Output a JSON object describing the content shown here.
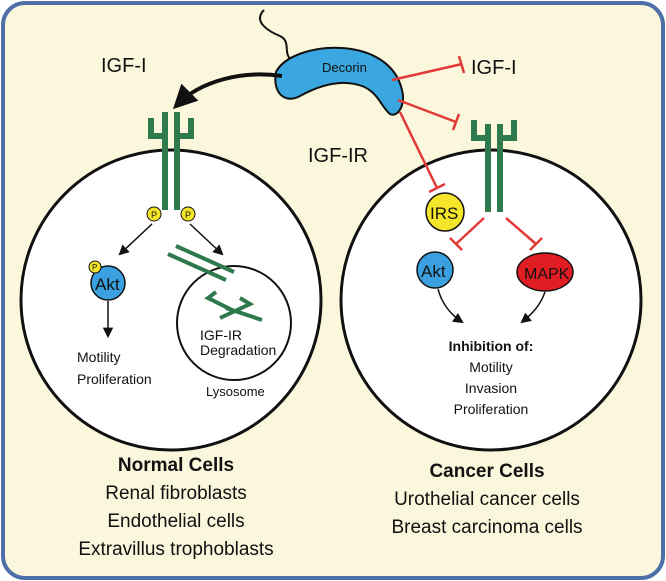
{
  "panel": {
    "background": "#fbf7dc",
    "border": "#4f6fa8"
  },
  "colors": {
    "receptor": "#2f7a4d",
    "inhibit": "#e23a36",
    "decorin": "#3aa7e0",
    "akt": "#3aa0df",
    "irs": "#f5e52a",
    "mapk": "#e11d24",
    "phospho": "#f5e52a"
  },
  "ligand": {
    "decorin": "Decorin",
    "igf_left": "IGF-I",
    "igf_right": "IGF-I",
    "igf_ir": "IGF-IR"
  },
  "normal": {
    "phospho_label": "P",
    "akt": "Akt",
    "akt_phospho": "P",
    "outcome_line1": "Motility",
    "outcome_line2": "Proliferation",
    "degradation_line1": "IGF-IR",
    "degradation_line2": "Degradation",
    "lysosome": "Lysosome",
    "title": "Normal Cells",
    "types": [
      "Renal fibroblasts",
      "Endothelial cells",
      "Extravillus trophoblasts"
    ]
  },
  "cancer": {
    "irs": "IRS",
    "akt": "Akt",
    "mapk": "MAPK",
    "inhibition_title": "Inhibition of:",
    "inhibition_items": [
      "Motility",
      "Invasion",
      "Proliferation"
    ],
    "title": "Cancer Cells",
    "types": [
      "Urothelial cancer cells",
      "Breast carcinoma cells"
    ]
  }
}
